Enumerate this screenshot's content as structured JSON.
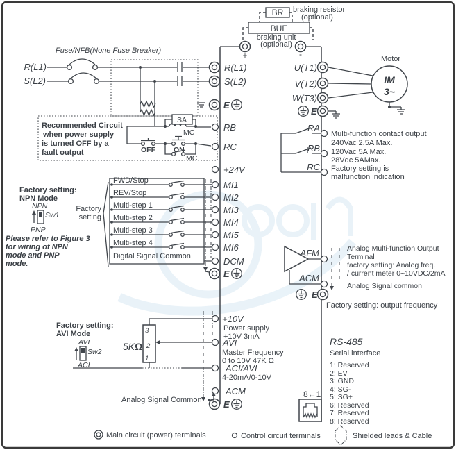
{
  "colors": {
    "line": "#40454b",
    "text": "#3b4046",
    "watermark": "#cfe4f1",
    "bg": "#ffffff"
  },
  "braking": {
    "br": "BR",
    "br_note1": "braking resistor",
    "br_note2": "(optional)",
    "bue": "BUE",
    "bue_note1": "braking unit",
    "bue_note2": "(optional)",
    "plus": "+",
    "minus": "-"
  },
  "input": {
    "fuse_note": "Fuse/NFB(None Fuse Breaker)",
    "r": "R(L1)",
    "s": "S(L2)"
  },
  "recommended": {
    "lines": [
      "Recommended Circuit",
      "when power supply",
      "is turned OFF by a",
      "fault output"
    ],
    "sa": "SA",
    "mc_upper": "MC",
    "off": "OFF",
    "on": "ON",
    "mc_lower": "MC"
  },
  "drive": {
    "r": "R(L1)",
    "s": "S(L2)",
    "e_top": "E",
    "rb": "RB",
    "rc": "RC",
    "p24": "+24V",
    "mi": [
      "MI1",
      "MI2",
      "MI3",
      "MI4",
      "MI5",
      "MI6"
    ],
    "dcm": "DCM",
    "e_mid": "E",
    "p10": "+10V",
    "avi": "AVI",
    "aci_avi": "ACI/AVI",
    "acm": "ACM",
    "e_bot": "E",
    "p10_notes": [
      "Power supply",
      "+10V 3mA"
    ],
    "avi_notes": [
      "Master Frequency",
      "0 to 10V 47K Ω"
    ],
    "aci_note": "4-20mA/0-10V"
  },
  "digital": {
    "rows": [
      "FWD/Stop",
      "REV/Stop",
      "Multi-step 1",
      "Multi-step 2",
      "Multi-step 3",
      "Multi-step 4"
    ],
    "common": "Digital Signal Common",
    "bracket1": "Factory",
    "bracket2": "setting"
  },
  "npn": {
    "fs1": "Factory setting:",
    "fs2": "NPN Mode",
    "up": "NPN",
    "sw": "Sw1",
    "down": "PNP",
    "note": [
      "Please refer to Figure 3",
      "for wiring of NPN",
      "mode and PNP",
      "mode."
    ]
  },
  "motor": {
    "caption": "Motor",
    "im": "IM",
    "phase": "3~",
    "u": "U(T1)",
    "v": "V(T2)",
    "w": "W(T3)",
    "e": "E"
  },
  "relay": {
    "ra": "RA",
    "rb": "RB",
    "rc": "RC",
    "notes": [
      "Multi-function contact output",
      "240Vac 2.5A Max.",
      "120Vac 5A Max.",
      "28Vdc 5AMax.",
      "Factory setting is",
      "malfunction indication"
    ]
  },
  "analog": {
    "afm": "AFM",
    "acm": "ACM",
    "e": "E",
    "notes": [
      "Analog Multi-function Output",
      "Terminal",
      "factory setting: Analog freq.",
      "/ current meter 0~10VDC/2mA"
    ],
    "common_note": "Analog Signal common",
    "factory_note": "Factory setting: output frequency"
  },
  "avi_mode": {
    "fs1": "Factory setting:",
    "fs2": "AVI Mode",
    "up": "AVI",
    "sw": "Sw2",
    "down": "ACI",
    "pot": "5K",
    "ohm": "Ω",
    "pin3": "3",
    "pin2": "2",
    "pin1": "1",
    "common": "Analog Signal Common"
  },
  "rs485": {
    "title": "RS-485",
    "subtitle": "Serial interface",
    "pins": [
      "1: Reserved",
      "2: EV",
      "3: GND",
      "4: SG-",
      "5: SG+",
      "6: Reserved",
      "7: Reserved",
      "8: Reserved"
    ],
    "port_label": "8←1"
  },
  "legend": {
    "main": "Main circuit (power) terminals",
    "control": "Control circuit terminals",
    "shield": "Shielded leads & Cable"
  }
}
